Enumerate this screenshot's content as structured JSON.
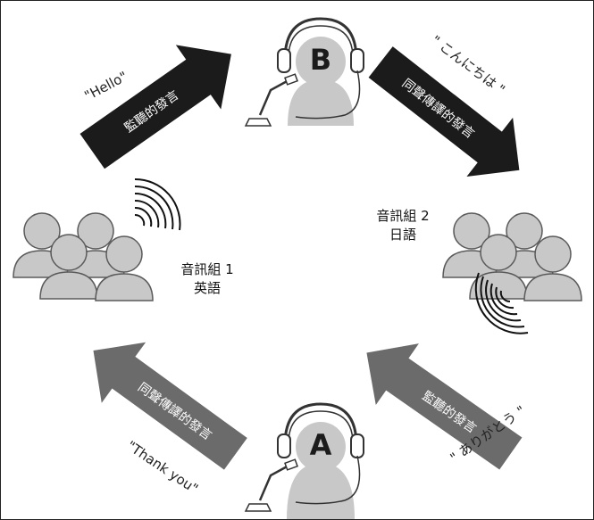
{
  "interpreter_b": {
    "badge": "B"
  },
  "interpreter_a": {
    "badge": "A"
  },
  "arrows": {
    "top_left": {
      "label": "監聽的發言",
      "quote": "\"Hello\""
    },
    "top_right": {
      "label": "同聲傳譯的發言",
      "quote": "\" こんにちは \""
    },
    "bottom_right": {
      "label": "監聽的發言",
      "quote": "\" ありがとう \""
    },
    "bottom_left": {
      "label": "同聲傳譯的發言",
      "quote": "\"Thank you\""
    }
  },
  "channel_1": {
    "title": "音訊組 1",
    "language": "英語"
  },
  "channel_2": {
    "title": "音訊組 2",
    "language": "日語"
  },
  "colors": {
    "dark": "#1b1b1b",
    "mid": "#6b6b6b",
    "figure_fill": "#c8c8c8",
    "figure_stroke": "#5a5a5a"
  }
}
